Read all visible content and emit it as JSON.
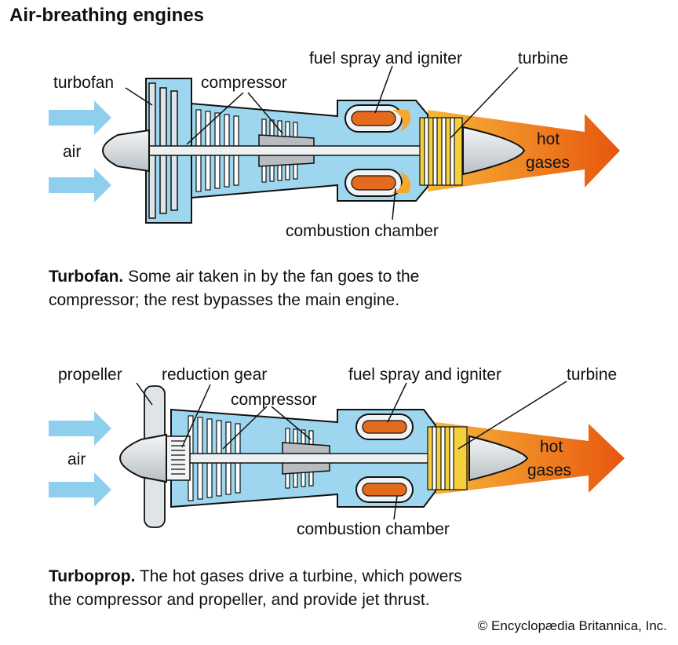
{
  "title": "Air-breathing engines",
  "colors": {
    "air": "#9dd6ee",
    "metal": "#d8dde0",
    "fuel": "#f4c400",
    "hot": "#f27d1e",
    "exhaust": "#e85a10"
  },
  "turbofan": {
    "labels": {
      "turbofan": "turbofan",
      "compressor": "compressor",
      "fuel_spray": "fuel spray and igniter",
      "turbine": "turbine",
      "air": "air",
      "hot": "hot",
      "gases": "gases",
      "combustion": "combustion chamber"
    },
    "caption_bold": "Turbofan.",
    "caption_line1": " Some air taken in by the fan goes to the",
    "caption_line2": "compressor; the rest bypasses the main engine."
  },
  "turboprop": {
    "labels": {
      "propeller": "propeller",
      "reduction_gear": "reduction gear",
      "compressor": "compressor",
      "fuel_spray": "fuel spray and igniter",
      "turbine": "turbine",
      "air": "air",
      "hot": "hot",
      "gases": "gases",
      "combustion": "combustion chamber"
    },
    "caption_bold": "Turboprop.",
    "caption_line1": " The hot gases drive a turbine, which powers",
    "caption_line2": "the compressor and propeller, and provide jet thrust."
  },
  "credit": "© Encyclopædia Britannica, Inc."
}
